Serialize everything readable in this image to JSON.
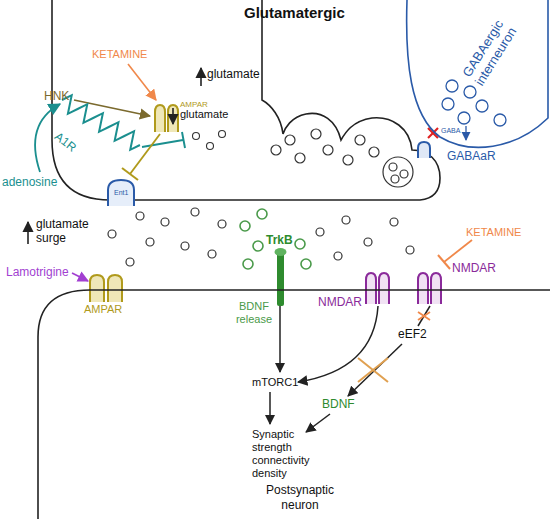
{
  "diagram": {
    "title": "Glutamatergic",
    "nodes": [
      {
        "text": [
          "GABAergic interneuron"
        ]
      },
      {
        "text": [
          "Postsynaptic neuron"
        ]
      }
    ],
    "labels": [
      "KETAMINE",
      "HNK",
      "AMPAR",
      "glutamate",
      "glutamate",
      "A1R",
      "adenosine",
      "Ent1",
      "GABA",
      "GABAaR",
      "glutamate surge",
      "Lamotrigine",
      "AMPAR",
      "TrkB",
      "BDNF release",
      "NMDAR",
      "KETAMINE",
      "NMDAR",
      "eEF2",
      "mTORC1",
      "BDNF",
      "Synaptic strength connectivity density"
    ]
  }
}
